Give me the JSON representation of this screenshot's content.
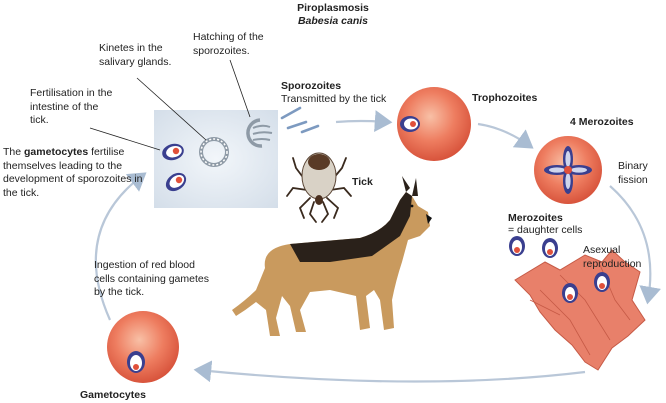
{
  "title": {
    "main": "Piroplasmosis",
    "species": "Babesia canis"
  },
  "labels": {
    "kinetes": "Kinetes in the salivary glands.",
    "hatching": "Hatching of the sporozoites.",
    "fertilisation": "Fertilisation in the intestine of the tick.",
    "gametocytes_prefix": "The ",
    "gametocytes_word": "gametocytes",
    "gametocytes_rest": "fertilise themselves leading to the development of sporozoites in the tick.",
    "sporozoites_title": "Sporozoites",
    "sporozoites_sub": "Transmitted by the tick",
    "trophozoites": "Trophozoites",
    "four_merozoites": "4 Merozoites",
    "binary_fission": "Binary fission",
    "tick": "Tick",
    "merozoites_title": "Merozoites",
    "merozoites_sub": "= daughter cells",
    "asexual": "Asexual reproduction",
    "ingestion": "Ingestion of red blood cells containing gametes by the tick.",
    "gametocytes_bottom": "Gametocytes"
  },
  "colors": {
    "red_cell": "#e8684e",
    "red_cell_light": "#f6b49a",
    "parasite_blue": "#3a3f8f",
    "arrow": "#b9c7d8",
    "tick_panel": "#dde6ef"
  }
}
